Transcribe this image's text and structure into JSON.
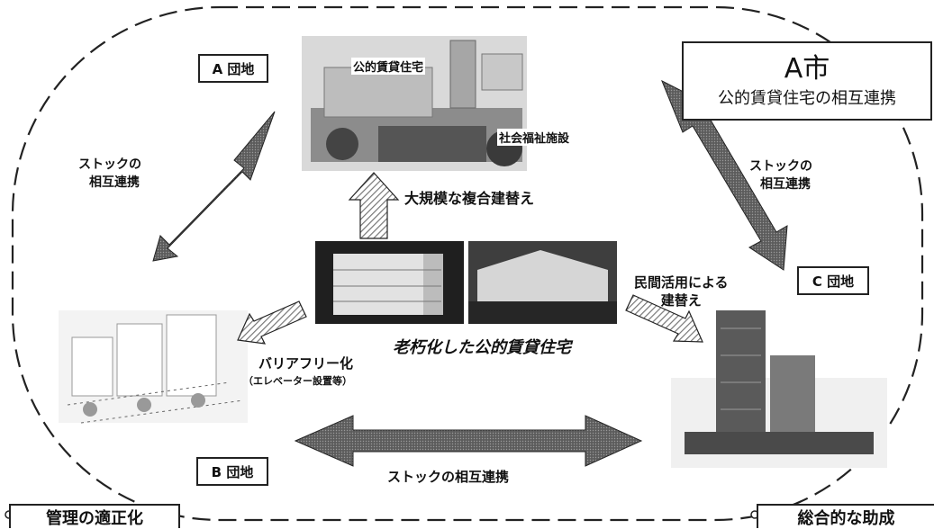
{
  "city": {
    "name": "A市",
    "subtitle": "公的賃貸住宅の相互連携"
  },
  "estates": {
    "a": "A 団地",
    "b": "B 団地",
    "c": "C 団地"
  },
  "photo_labels": {
    "public_housing": "公的賃貸住宅",
    "social_welfare": "社会福祉施設"
  },
  "stock_left": [
    "ストックの",
    "相互連携"
  ],
  "stock_right": [
    "ストックの",
    "相互連携"
  ],
  "stock_bottom": "ストックの相互連携",
  "rebuild_large": "大規模な複合建替え",
  "rebuild_private": [
    "民間活用による",
    "建替え"
  ],
  "barrier_free": "バリアフリー化",
  "barrier_free_note": "（エレベーター設置等）",
  "aging_housing": "老朽化した公的賃貸住宅",
  "management": "管理の適正化",
  "subsidy": "総合的な助成",
  "colors": {
    "arrow_fill": "#6e6e6e",
    "hatch_fill": "#8a8a8a",
    "outline": "#222222"
  }
}
